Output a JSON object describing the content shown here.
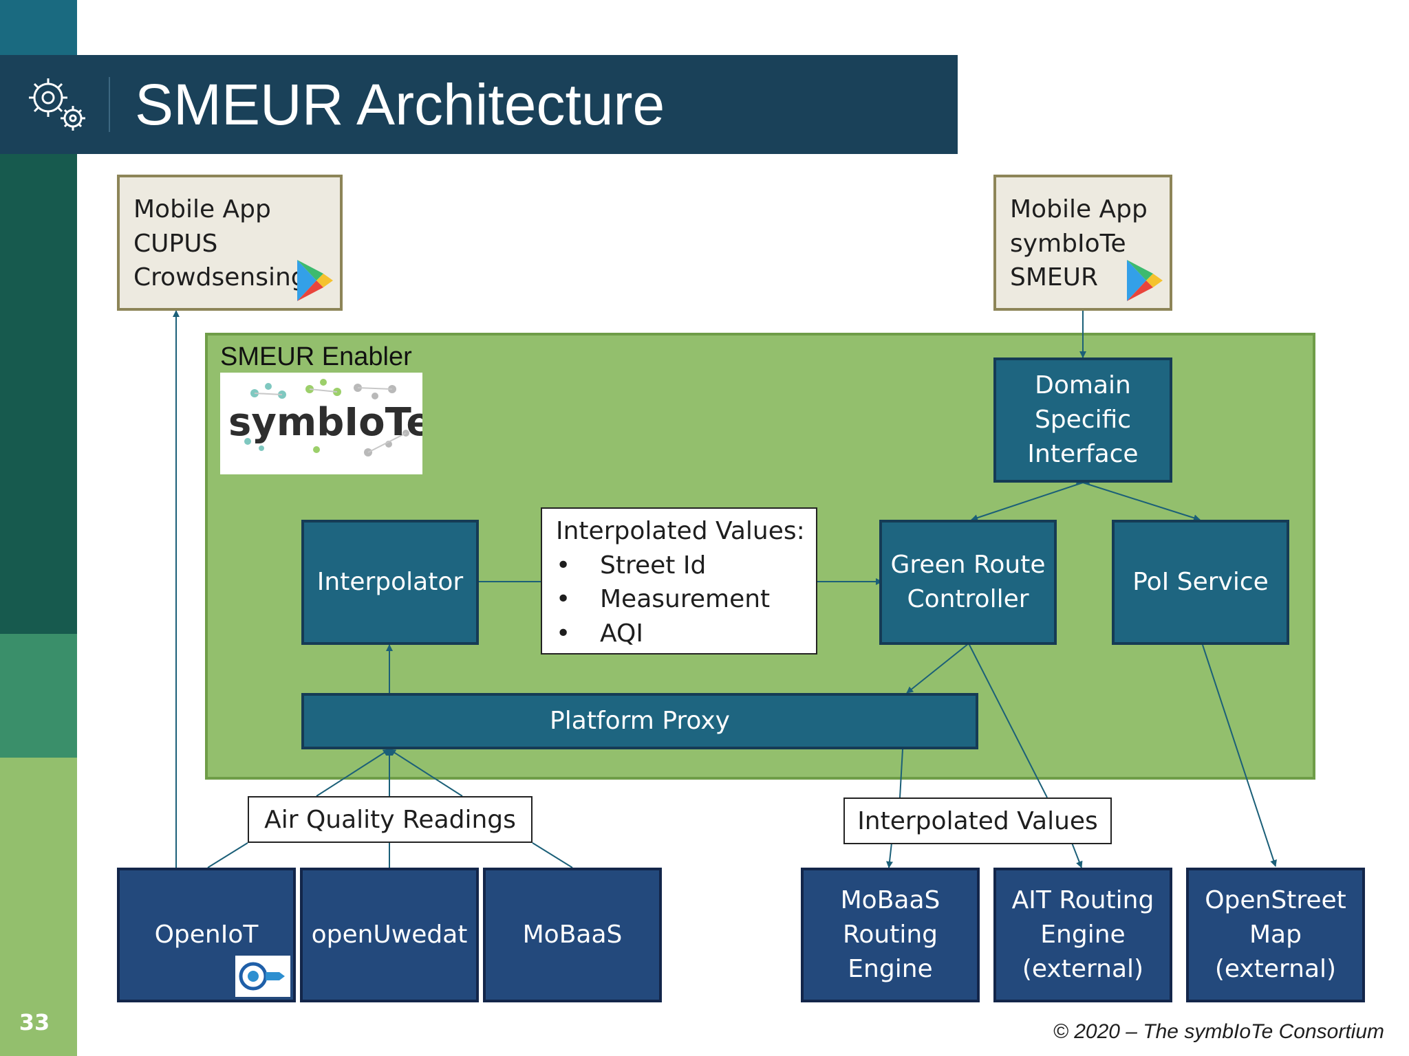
{
  "header": {
    "title": "SMEUR Architecture"
  },
  "slide": {
    "page_number": "33",
    "footer": "© 2020 – The symbIoTe Consortium"
  },
  "colors": {
    "header_bg": "#1a4159",
    "enabler_bg": "#93bf6d",
    "component_bg": "#1e6580",
    "platform_bg": "#23497c"
  },
  "apps": {
    "left": {
      "lines": [
        "Mobile App",
        "CUPUS",
        "Crowdsensing"
      ],
      "icon": "google-play-icon"
    },
    "right": {
      "lines": [
        "Mobile App",
        "symbIoTe",
        "SMEUR"
      ],
      "icon": "google-play-icon"
    }
  },
  "enabler": {
    "label": "SMEUR Enabler",
    "logo_text": "symbIoTe"
  },
  "components": {
    "domain_interface": [
      "Domain",
      "Specific",
      "Interface"
    ],
    "interpolator": "Interpolator",
    "interpolated_values_box": {
      "title": "Interpolated Values:",
      "items": [
        "Street Id",
        "Measurement",
        "AQI"
      ]
    },
    "green_route": [
      "Green Route",
      "Controller"
    ],
    "poi_service": "PoI Service",
    "platform_proxy": "Platform Proxy"
  },
  "labels": {
    "air_quality": "Air Quality Readings",
    "interpolated_values": "Interpolated Values"
  },
  "platforms": {
    "openiot": "OpenIoT",
    "openuwedat": "openUwedat",
    "mobaas": "MoBaaS",
    "mobaas_routing": [
      "MoBaaS",
      "Routing",
      "Engine"
    ],
    "ait_routing": [
      "AIT Routing",
      "Engine",
      "(external)"
    ],
    "openstreetmap": [
      "OpenStreet",
      "Map",
      "(external)"
    ]
  }
}
